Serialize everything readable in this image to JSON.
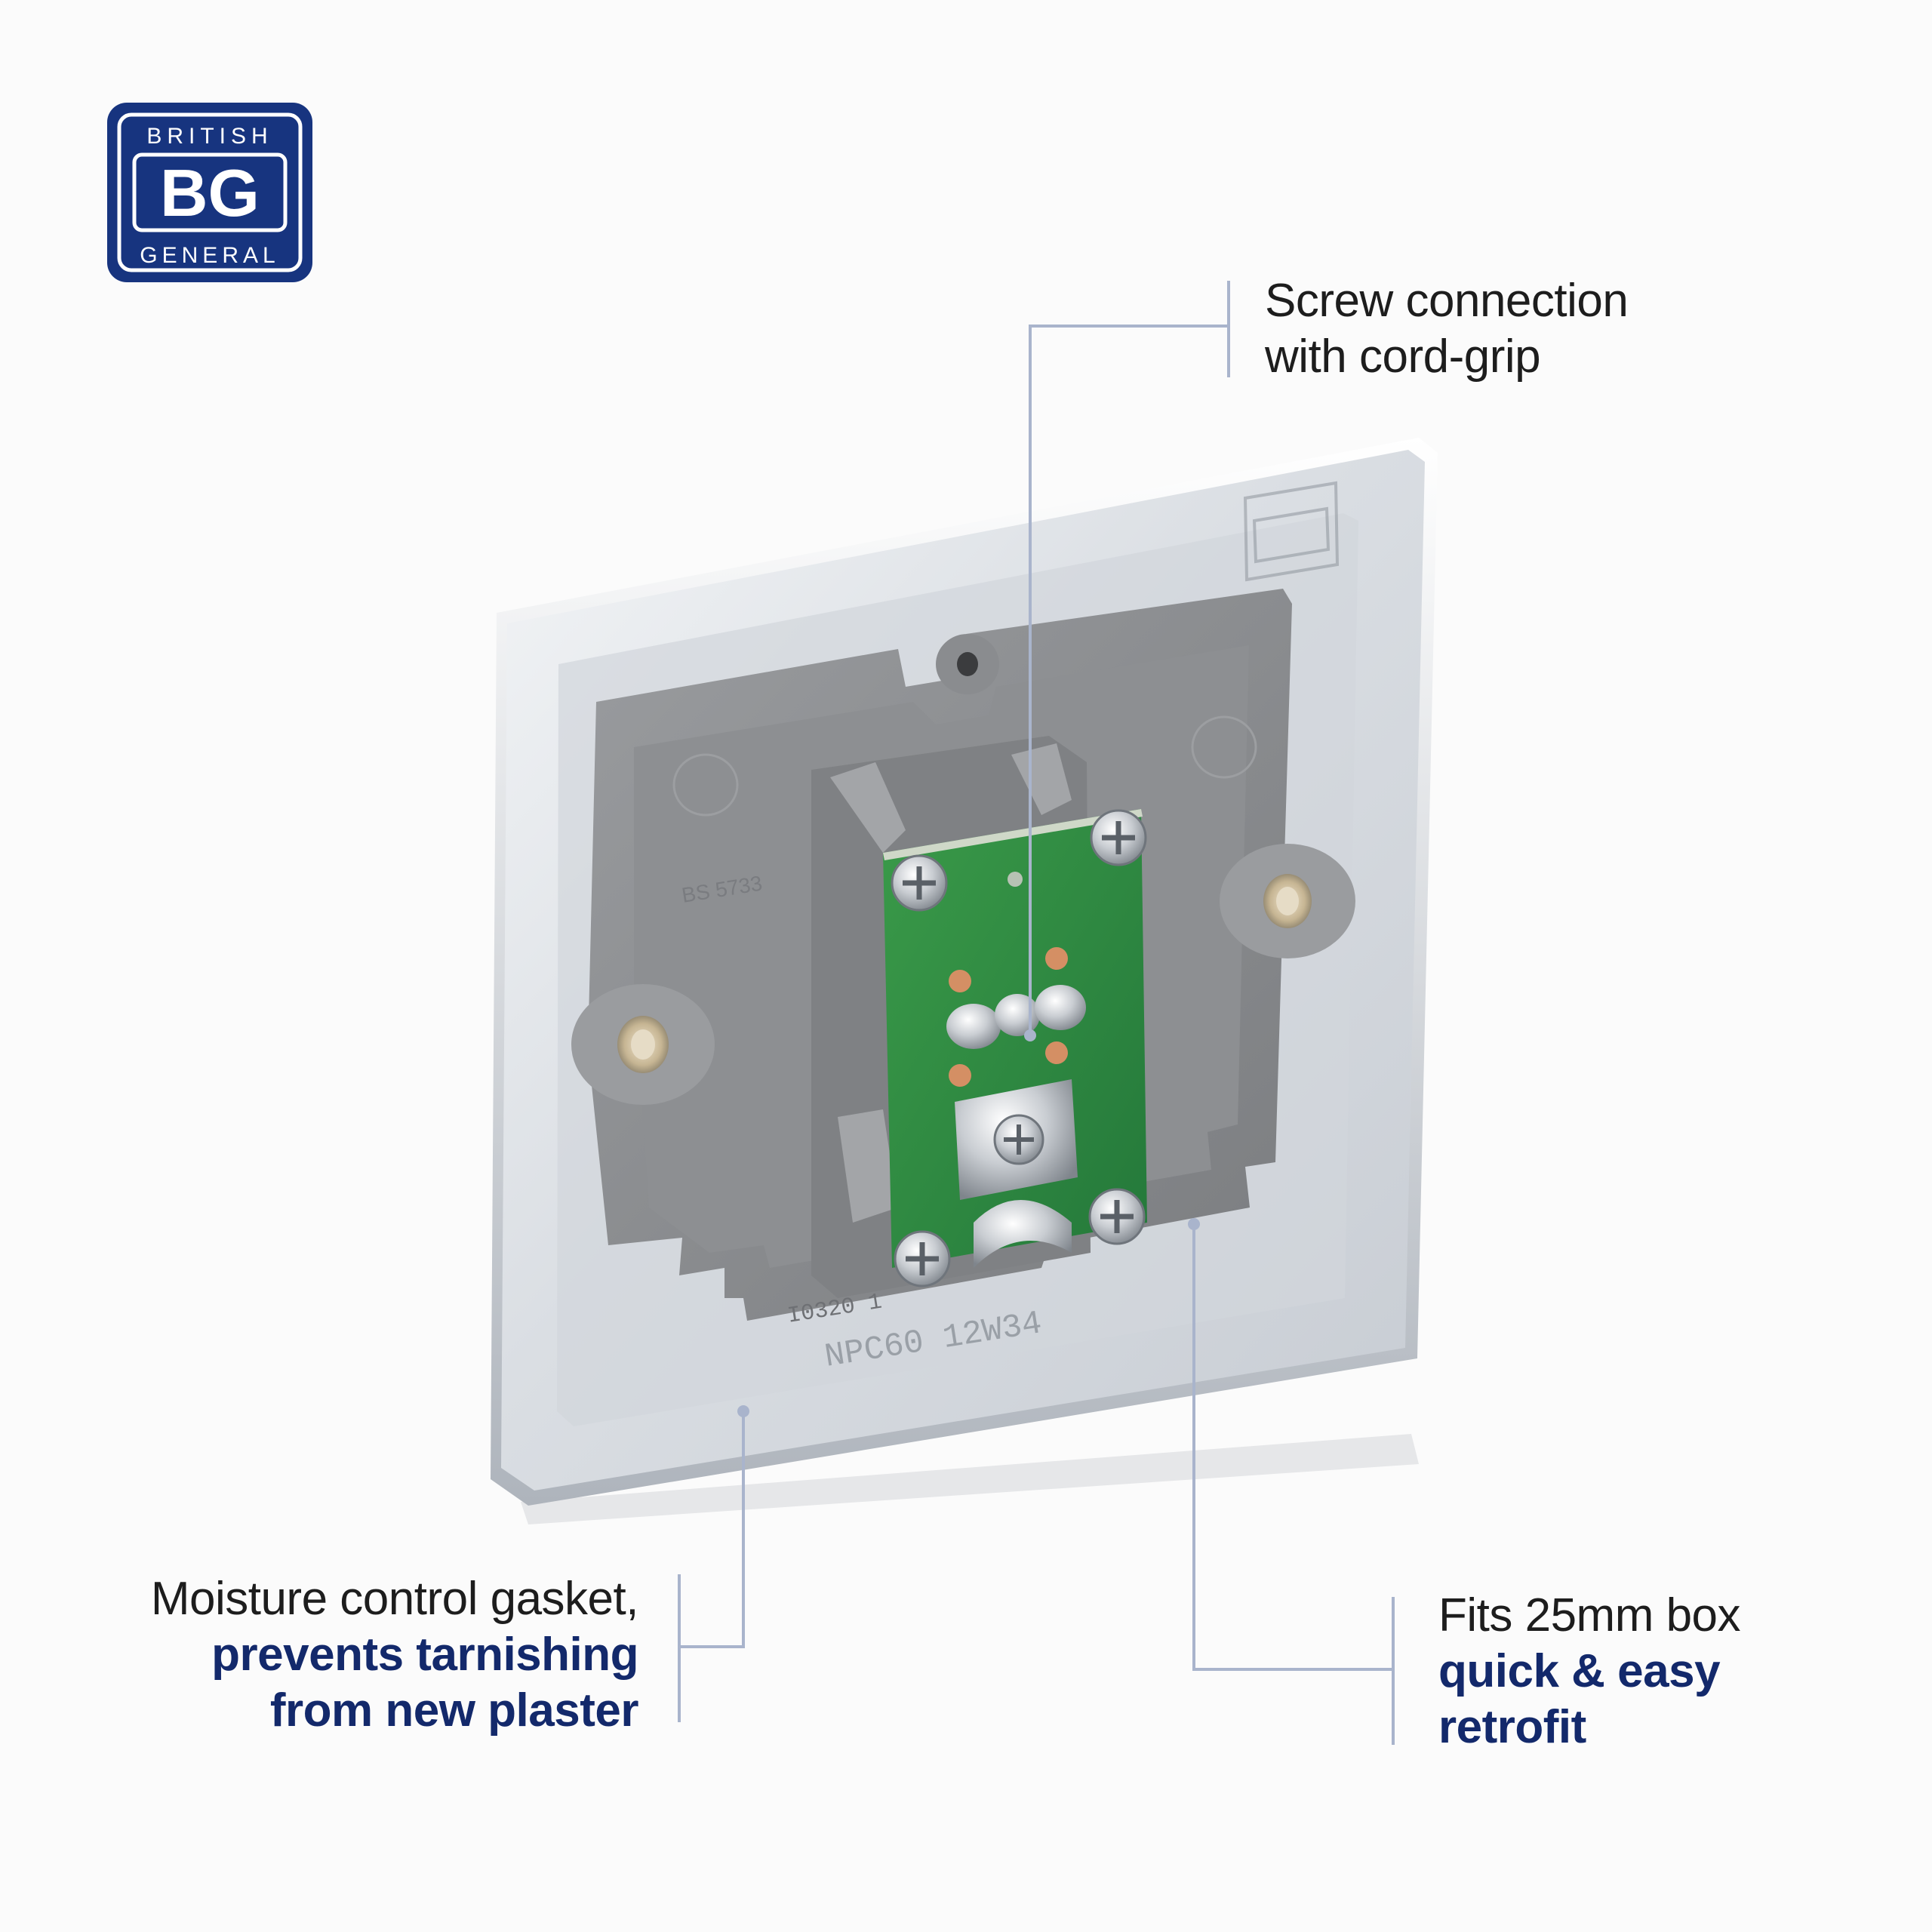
{
  "logo": {
    "top_text": "BRITISH",
    "mark": "BG",
    "bottom_text": "GENERAL",
    "color": "#17347f"
  },
  "callouts": {
    "screw": {
      "line1": "Screw connection",
      "line2": "with cord-grip"
    },
    "gasket": {
      "line1": "Moisture control gasket,",
      "line2": "prevents tarnishing",
      "line3": "from new plaster"
    },
    "box": {
      "line1": "Fits 25mm box",
      "line2": "quick & easy",
      "line3": "retrofit"
    }
  },
  "product": {
    "moulded_text": {
      "standard": "BS 5733",
      "code1": "I0320 1",
      "code2": "NPC60  12W34"
    }
  },
  "colors": {
    "accent": "#13296b",
    "leader_line": "#a9b4cc",
    "plate": "#dfe3e8",
    "backbox": "#8b8d90",
    "pcb": "#2f8d3e"
  }
}
